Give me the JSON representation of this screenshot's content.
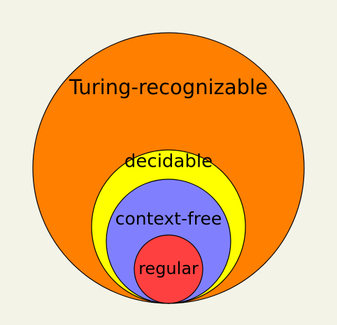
{
  "diagram": {
    "sets": [
      {
        "name": "turing-recognizable",
        "label": "Turing-recognizable",
        "color": "#ff7f00"
      },
      {
        "name": "decidable",
        "label": "decidable",
        "color": "#ffff00"
      },
      {
        "name": "context-free",
        "label": "context-free",
        "color": "#8080ff"
      },
      {
        "name": "regular",
        "label": "regular",
        "color": "#ff4040"
      }
    ],
    "outline_color": "#000000",
    "background_color": "#f4f3e7"
  }
}
